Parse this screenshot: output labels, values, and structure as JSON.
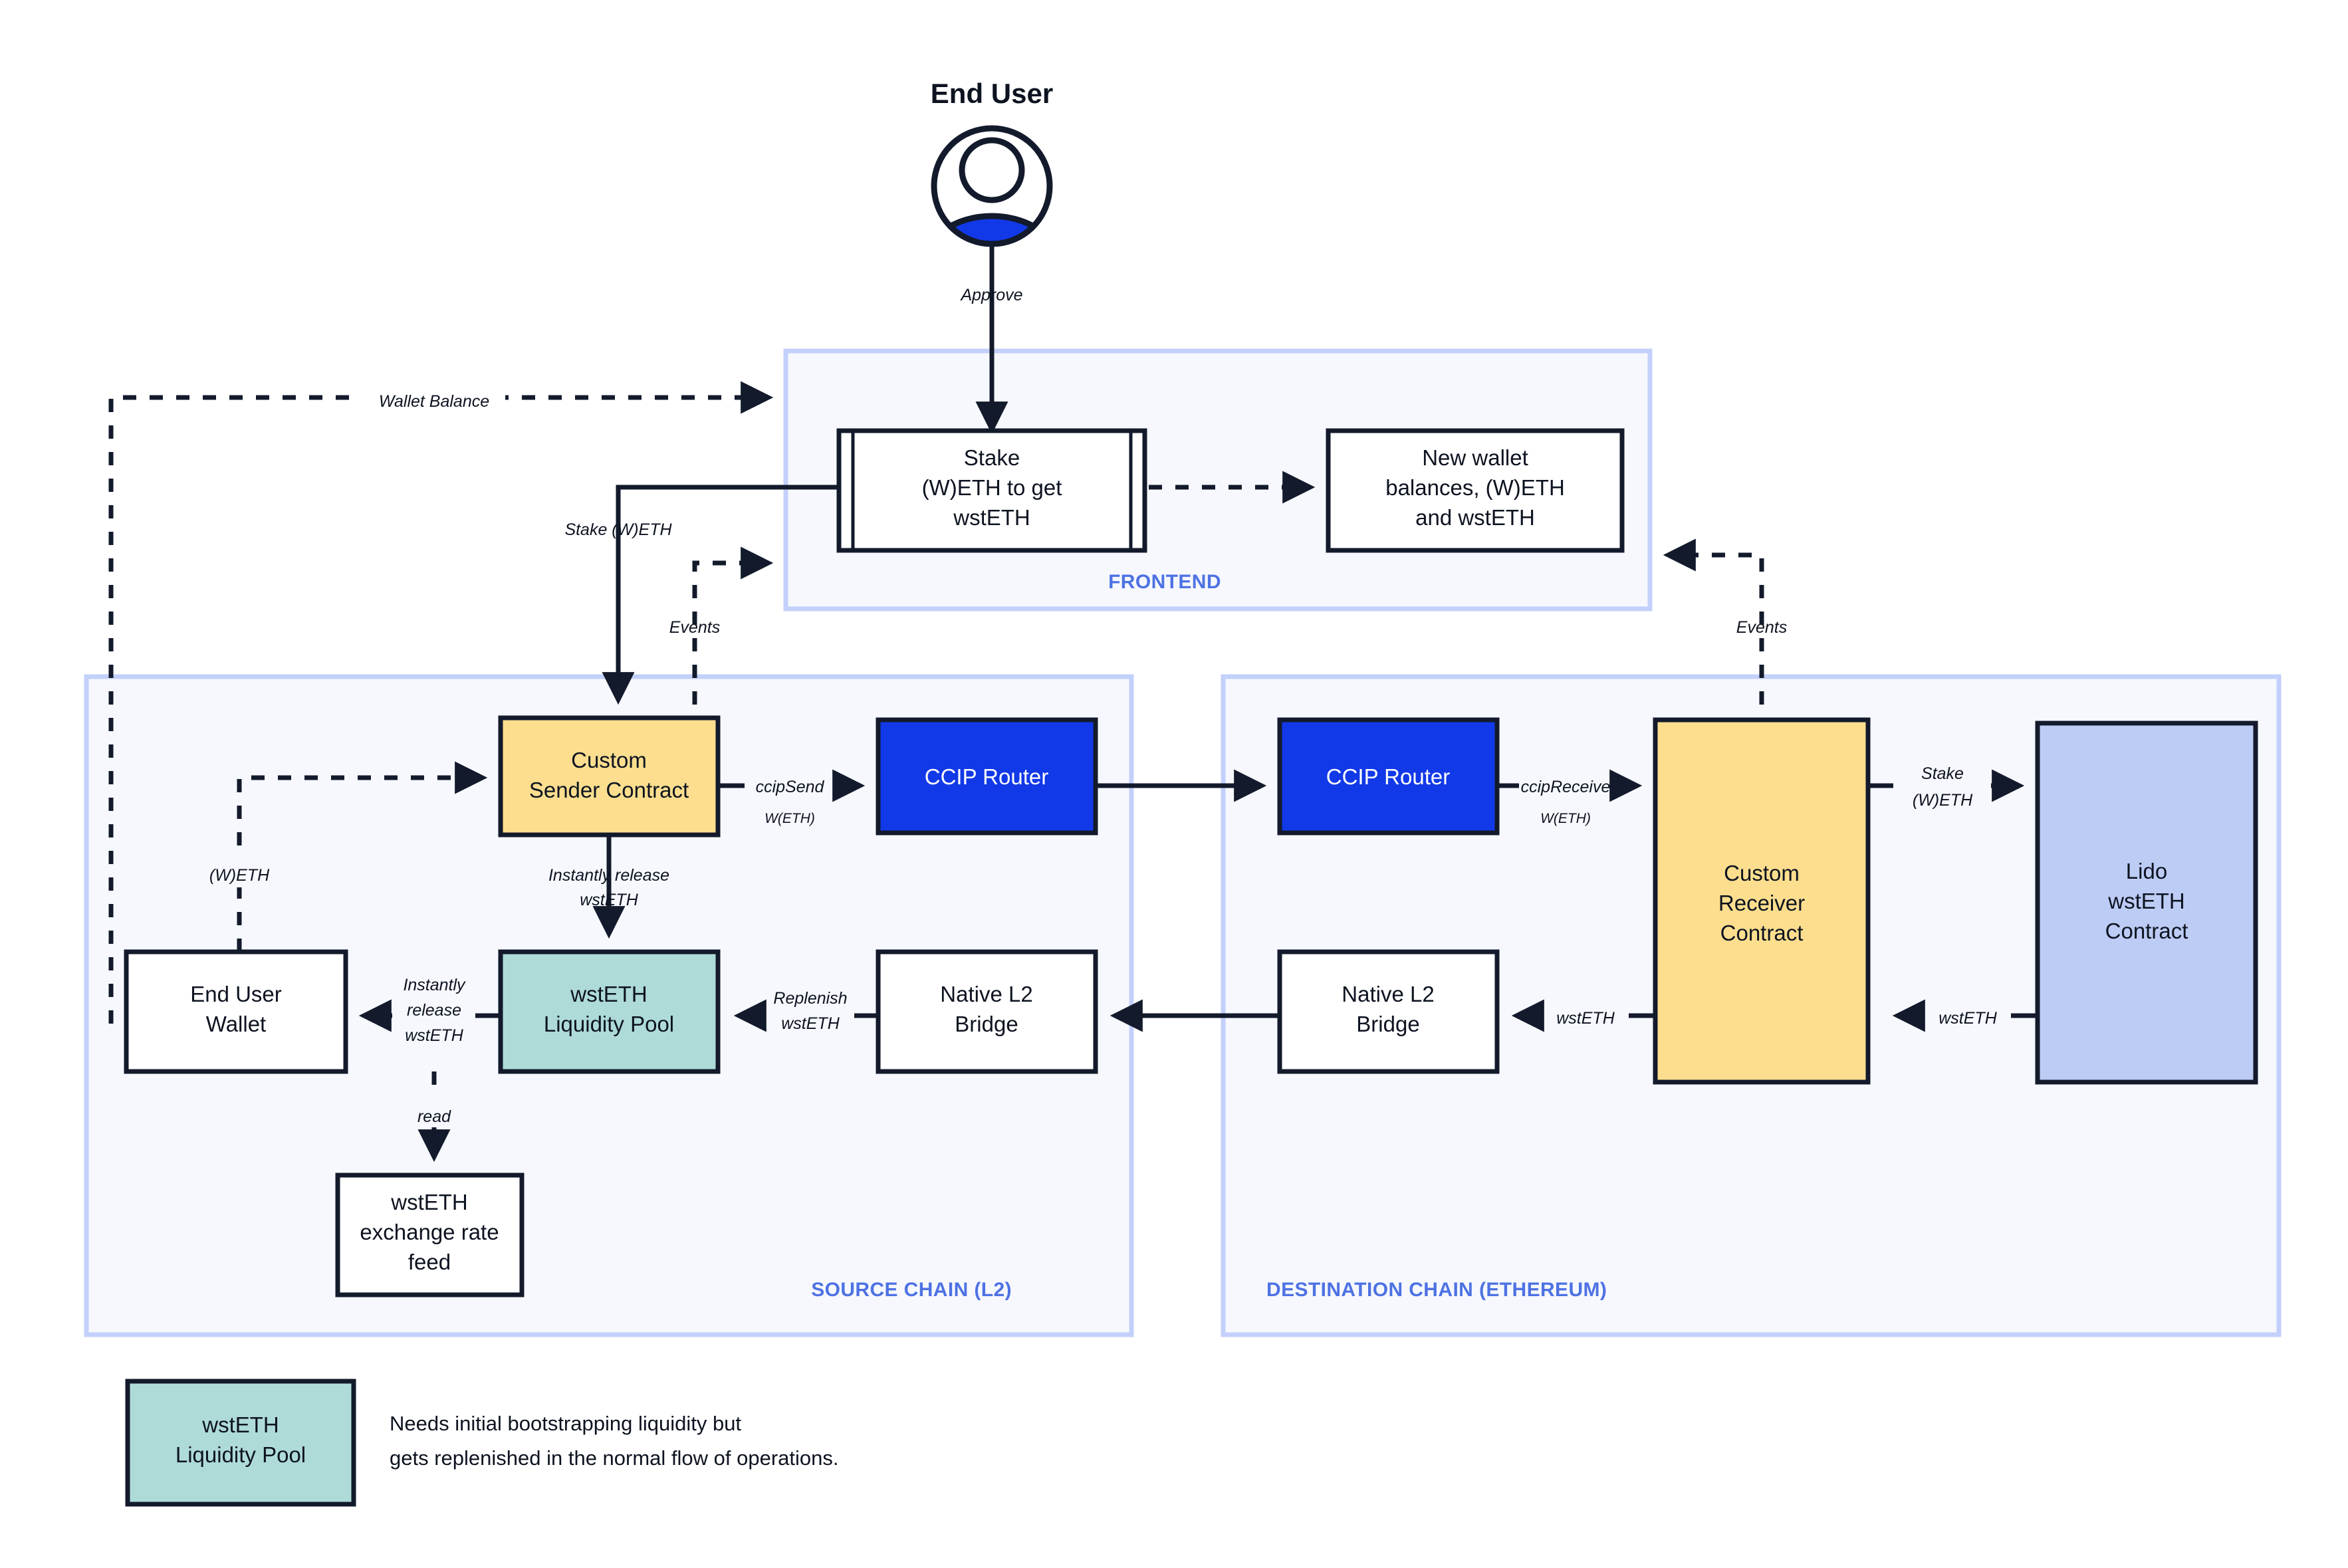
{
  "title": "End User",
  "actor": {
    "label": "End User",
    "icon": "user-avatar-icon"
  },
  "zones": {
    "frontend": {
      "label": "FRONTEND"
    },
    "source": {
      "label": "SOURCE CHAIN (L2)"
    },
    "destination": {
      "label": "DESTINATION CHAIN (ETHEREUM)"
    }
  },
  "nodes": {
    "stake_form": {
      "l1": "Stake",
      "l2": "(W)ETH to get",
      "l3": "wstETH"
    },
    "new_balances": {
      "l1": "New wallet",
      "l2": "balances, (W)ETH",
      "l3": "and wstETH"
    },
    "custom_sender": {
      "l1": "Custom",
      "l2": "Sender Contract"
    },
    "ccip_router_src": {
      "l1": "CCIP Router"
    },
    "ccip_router_dst": {
      "l1": "CCIP Router"
    },
    "custom_receiver": {
      "l1": "Custom",
      "l2": "Receiver",
      "l3": "Contract"
    },
    "lido": {
      "l1": "Lido",
      "l2": "wstETH",
      "l3": "Contract"
    },
    "end_user_wallet": {
      "l1": "End User",
      "l2": "Wallet"
    },
    "liquidity_pool": {
      "l1": "wstETH",
      "l2": "Liquidity Pool"
    },
    "bridge_src": {
      "l1": "Native L2",
      "l2": "Bridge"
    },
    "bridge_dst": {
      "l1": "Native L2",
      "l2": "Bridge"
    },
    "rate_feed": {
      "l1": "wstETH",
      "l2": "exchange rate",
      "l3": "feed"
    }
  },
  "edges": {
    "approve": "Approve",
    "wallet_balance": "Wallet Balance",
    "stake_weth": "Stake (W)ETH",
    "events_src": "Events",
    "events_dst": "Events",
    "weth": "(W)ETH",
    "ccip_send": "ccipSend",
    "ccip_send_sub": "W(ETH)",
    "ccip_receive": "ccipReceive",
    "ccip_receive_sub": "W(ETH)",
    "instantly_release_1": "Instantly release",
    "instantly_release_1b": "wstETH",
    "instantly_release_2a": "Instantly",
    "instantly_release_2b": "release",
    "instantly_release_2c": "wstETH",
    "replenish_a": "Replenish",
    "replenish_b": "wstETH",
    "read": "read",
    "wsteth_1": "wstETH",
    "wsteth_2": "wstETH",
    "stake_weth_dst_a": "Stake",
    "stake_weth_dst_b": "(W)ETH"
  },
  "legend": {
    "swatch": {
      "l1": "wstETH",
      "l2": "Liquidity Pool"
    },
    "note_l1": "Needs initial bootstrapping liquidity but",
    "note_l2": "gets replenished in the normal flow of operations."
  },
  "colors": {
    "zone_fill": "#F6F8FE",
    "zone_stroke": "#C3D0FB",
    "zone_label": "#4E72E3",
    "yellow": "#FCDE8E",
    "teal": "#AEDBD8",
    "blue": "#1239E8",
    "lavender": "#BDCCF5",
    "ink": "#121a2b"
  }
}
